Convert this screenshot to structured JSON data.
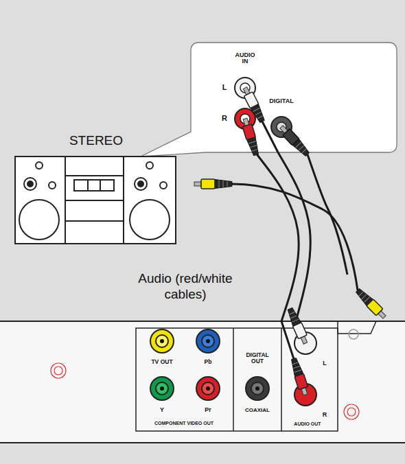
{
  "diagram": {
    "nodes": [
      {
        "text": [
          "AUDIO IN",
          "L",
          "R",
          "DIGITAL"
        ]
      },
      {
        "text": [
          "STEREO"
        ]
      },
      {
        "text": [
          "TV OUT",
          "Pb",
          "Y",
          "Pr",
          "COMPONENT VIDEO OUT",
          "DIGITAL OUT",
          "COAXIAL",
          "L",
          "R",
          "AUDIO OUT"
        ]
      }
    ],
    "edges": [
      {
        "from": 2,
        "to": 0,
        "arrow": "none"
      },
      {
        "from": 2,
        "to": 0,
        "arrow": "none"
      }
    ],
    "labels": [
      "Audio (red/white cables)"
    ]
  }
}
